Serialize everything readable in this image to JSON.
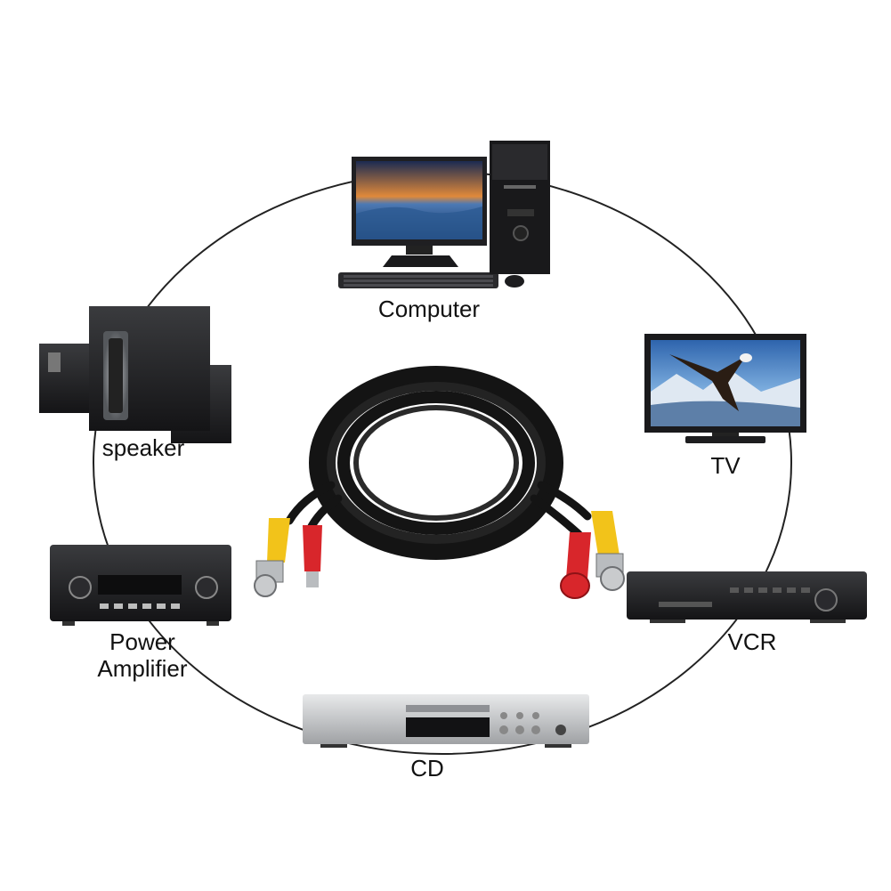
{
  "devices": {
    "computer": "Computer",
    "tv": "TV",
    "vcr": "VCR",
    "cd": "CD",
    "power_amplifier_line1": "Power",
    "power_amplifier_line2": "Amplifier",
    "speaker": "speaker"
  },
  "colors": {
    "ring": "#222222",
    "cable": "#141414",
    "plug_yellow": "#f2c31a",
    "plug_red": "#d8262b",
    "metal": "#b9bcbf",
    "screen_sky": "#3f6fb0",
    "device_black": "#1d1d1f",
    "device_silver": "#c9cacc"
  }
}
